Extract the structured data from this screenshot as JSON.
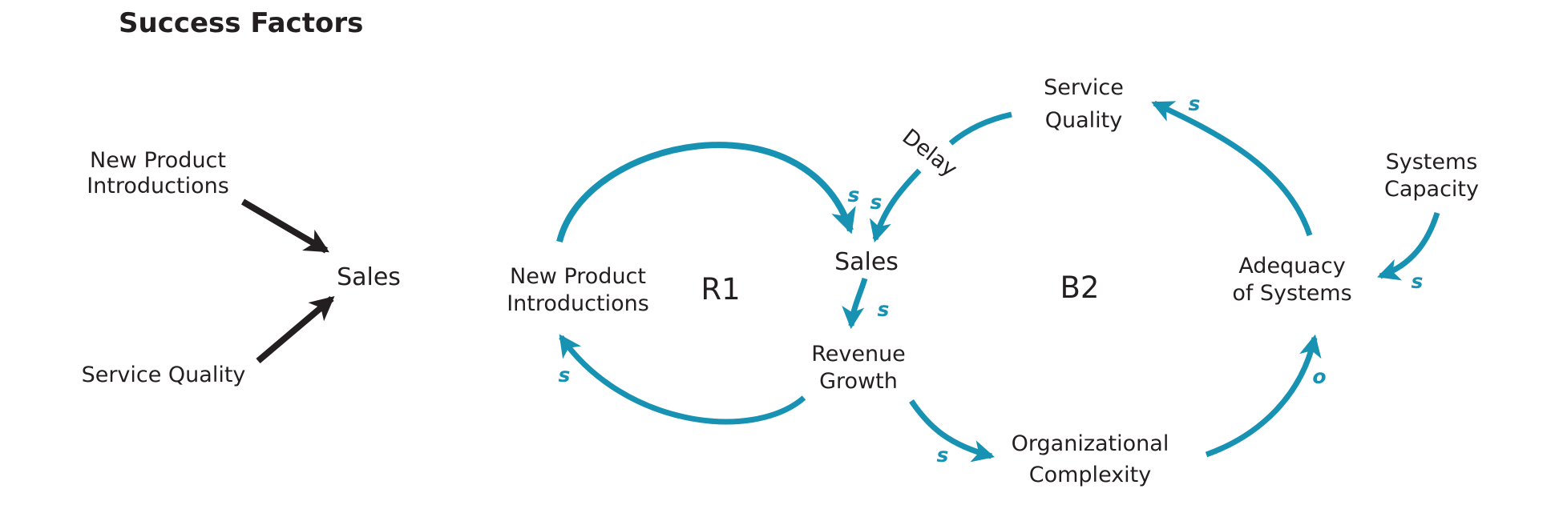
{
  "title": "Success Factors",
  "colors": {
    "ink": "#231F20",
    "teal": "#1792B2",
    "background": "#FFFFFF"
  },
  "standalone_model": {
    "new_product_introductions": {
      "line1": "New Product",
      "line2": "Introductions"
    },
    "sales": "Sales",
    "service_quality": "Service Quality"
  },
  "loops": {
    "r1": {
      "label": "R1"
    },
    "b2": {
      "label": "B2"
    }
  },
  "nodes": {
    "new_product_introductions": {
      "line1": "New Product",
      "line2": "Introductions"
    },
    "sales": "Sales",
    "revenue_growth": {
      "line1": "Revenue",
      "line2": "Growth"
    },
    "service_quality": {
      "line1": "Service",
      "line2": "Quality"
    },
    "organizational_complexity": {
      "line1": "Organizational",
      "line2": "Complexity"
    },
    "adequacy_of_systems": {
      "line1": "Adequacy",
      "line2": "of Systems"
    },
    "systems_capacity": {
      "line1": "Systems",
      "line2": "Capacity"
    }
  },
  "link_labels": {
    "npi_to_sales": "s",
    "service_quality_to_sales": "s",
    "service_quality_to_sales_delay": "Delay",
    "sales_to_revenue_growth": "s",
    "revenue_growth_to_npi": "s",
    "revenue_growth_to_org_complexity": "s",
    "org_complexity_to_adequacy": "o",
    "adequacy_to_service_quality": "s",
    "systems_capacity_to_adequacy": "s"
  }
}
